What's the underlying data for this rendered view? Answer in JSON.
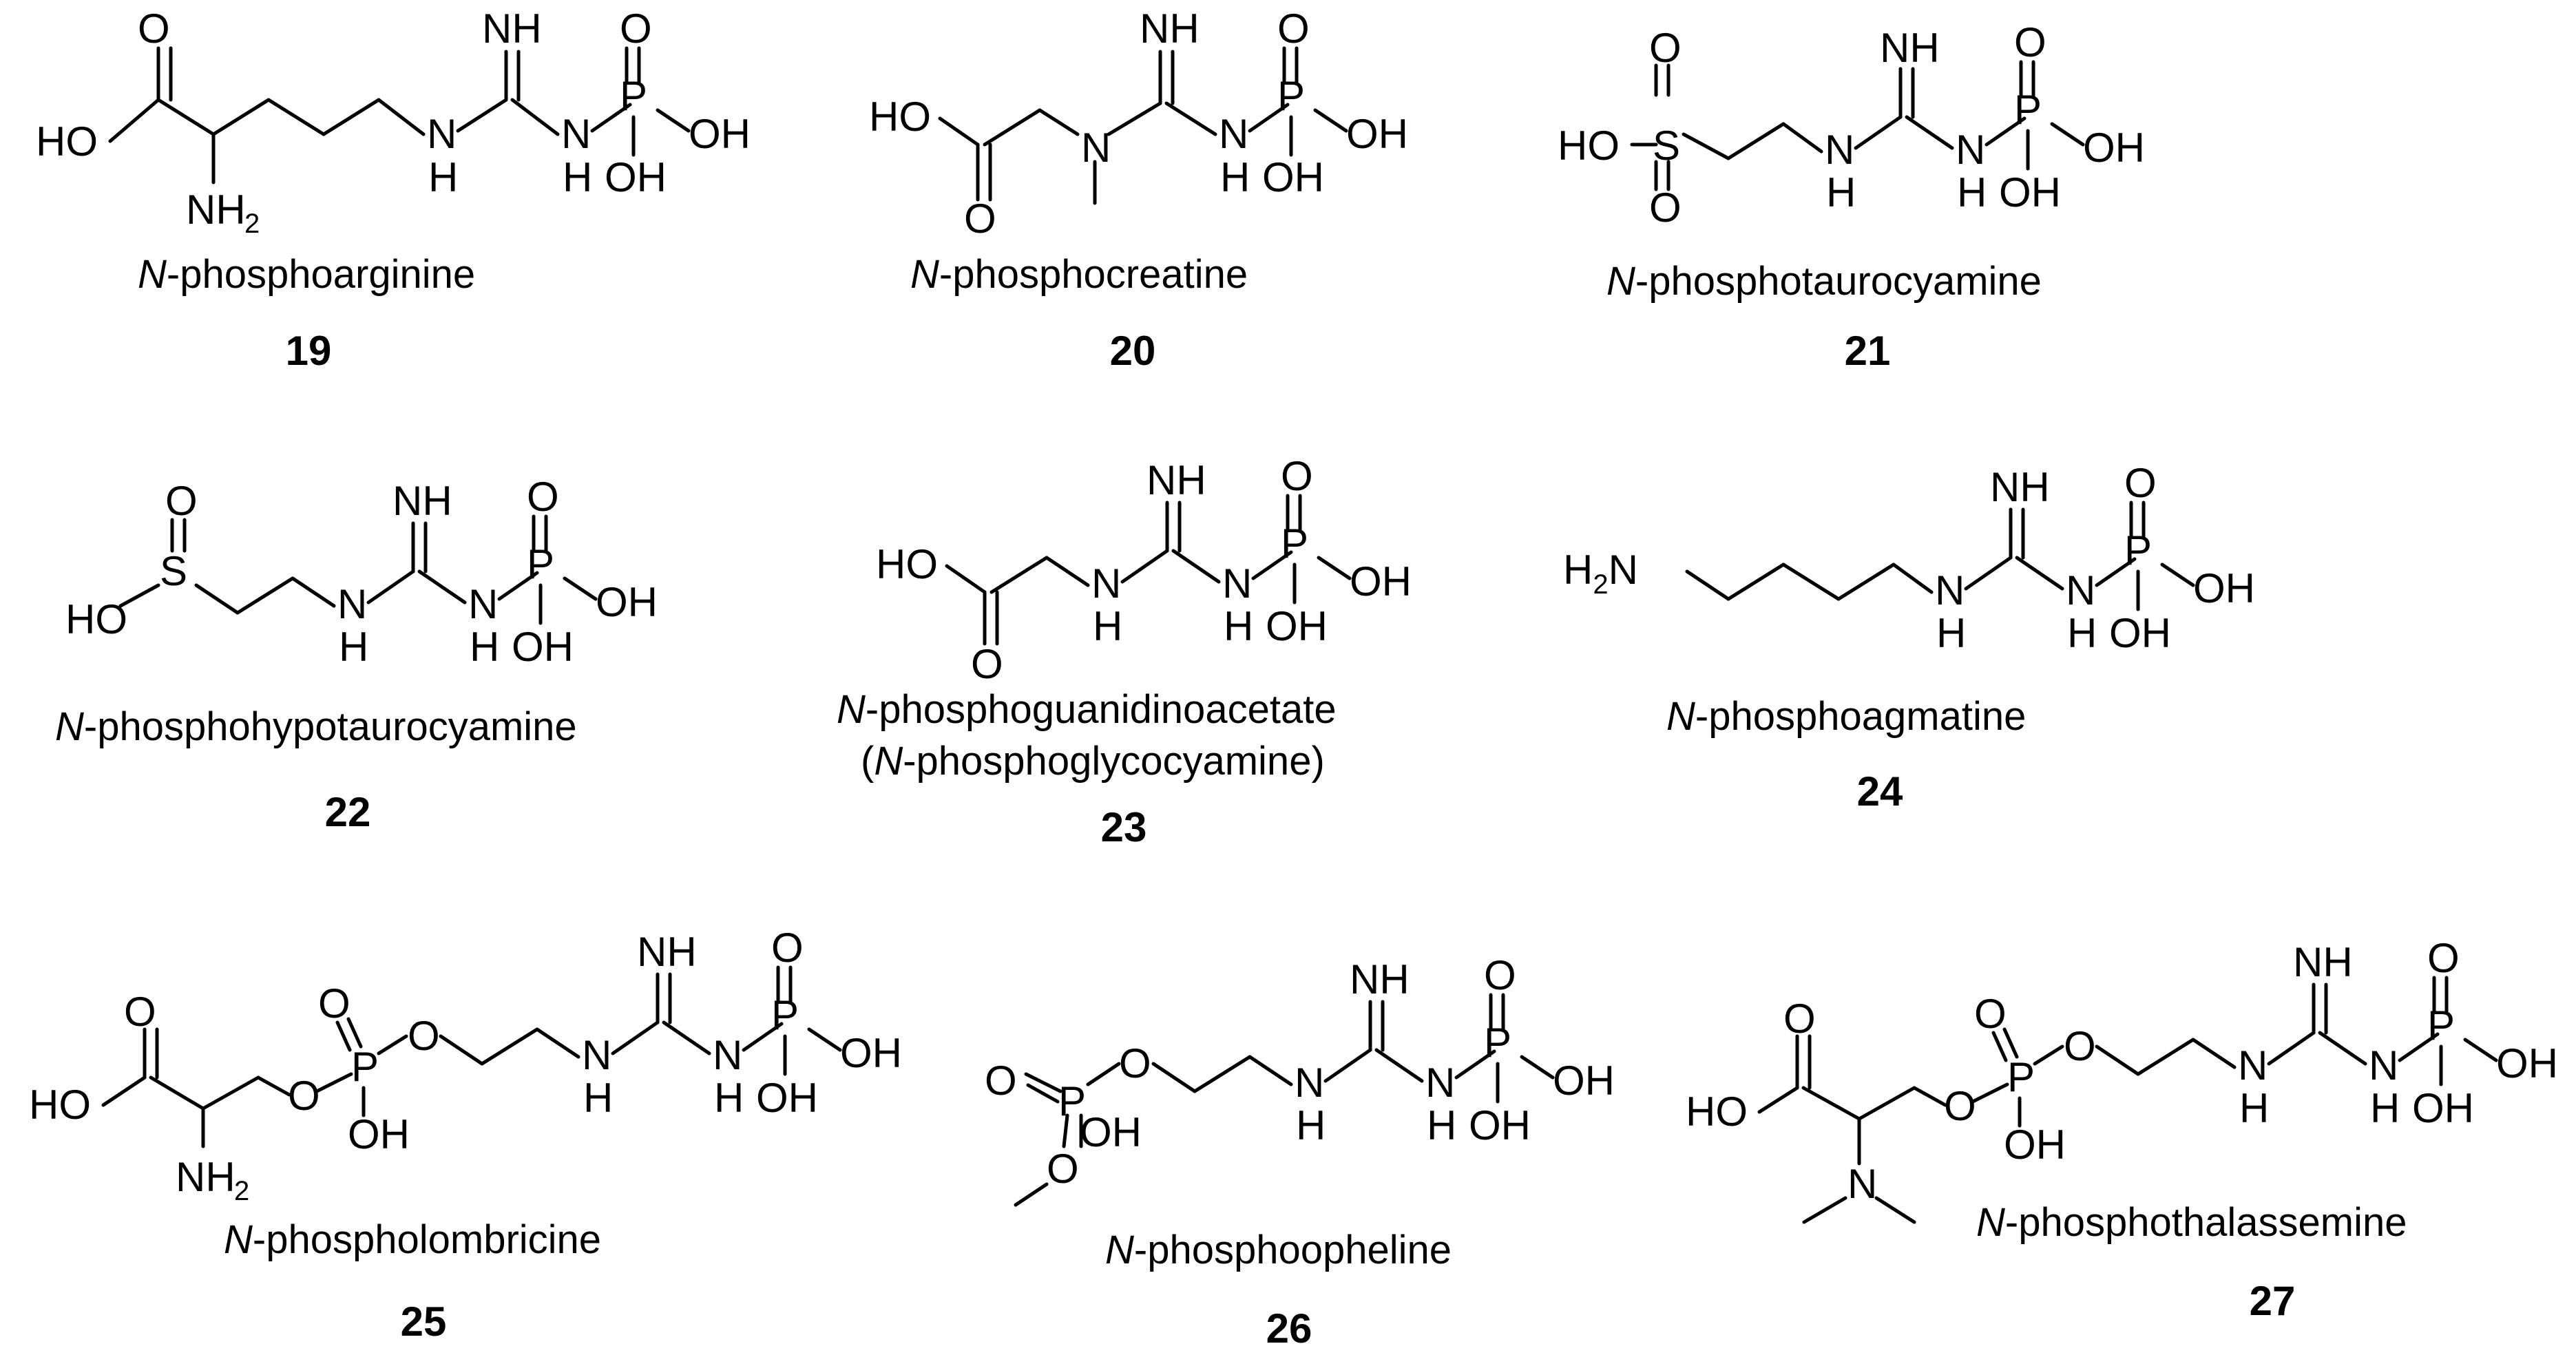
{
  "compounds": [
    {
      "number": "19",
      "prefix": "N",
      "name": "-phosphoarginine"
    },
    {
      "number": "20",
      "prefix": "N",
      "name": "-phosphocreatine"
    },
    {
      "number": "21",
      "prefix": "N",
      "name": "-phosphotaurocyamine"
    },
    {
      "number": "22",
      "prefix": "N",
      "name": "-phosphohypotaurocyamine"
    },
    {
      "number": "23",
      "prefix": "N",
      "name": "-phosphoguanidinoacetate",
      "alt_open": "(",
      "alt_prefix": "N",
      "alt_name": "-phosphoglycocyamine)"
    },
    {
      "number": "24",
      "prefix": "N",
      "name": "-phosphoagmatine"
    },
    {
      "number": "25",
      "prefix": "N",
      "name": "-phospholombricine"
    },
    {
      "number": "26",
      "prefix": "N",
      "name": "-phosphoopheline"
    },
    {
      "number": "27",
      "prefix": "N",
      "name": "-phosphothalassemine"
    }
  ],
  "atoms": {
    "O": "O",
    "OH": "OH",
    "HO": "HO",
    "N": "N",
    "H": "H",
    "NH": "NH",
    "P": "P",
    "S": "S",
    "NH2_main": "NH",
    "H2_main": "H",
    "sub2": "2"
  }
}
